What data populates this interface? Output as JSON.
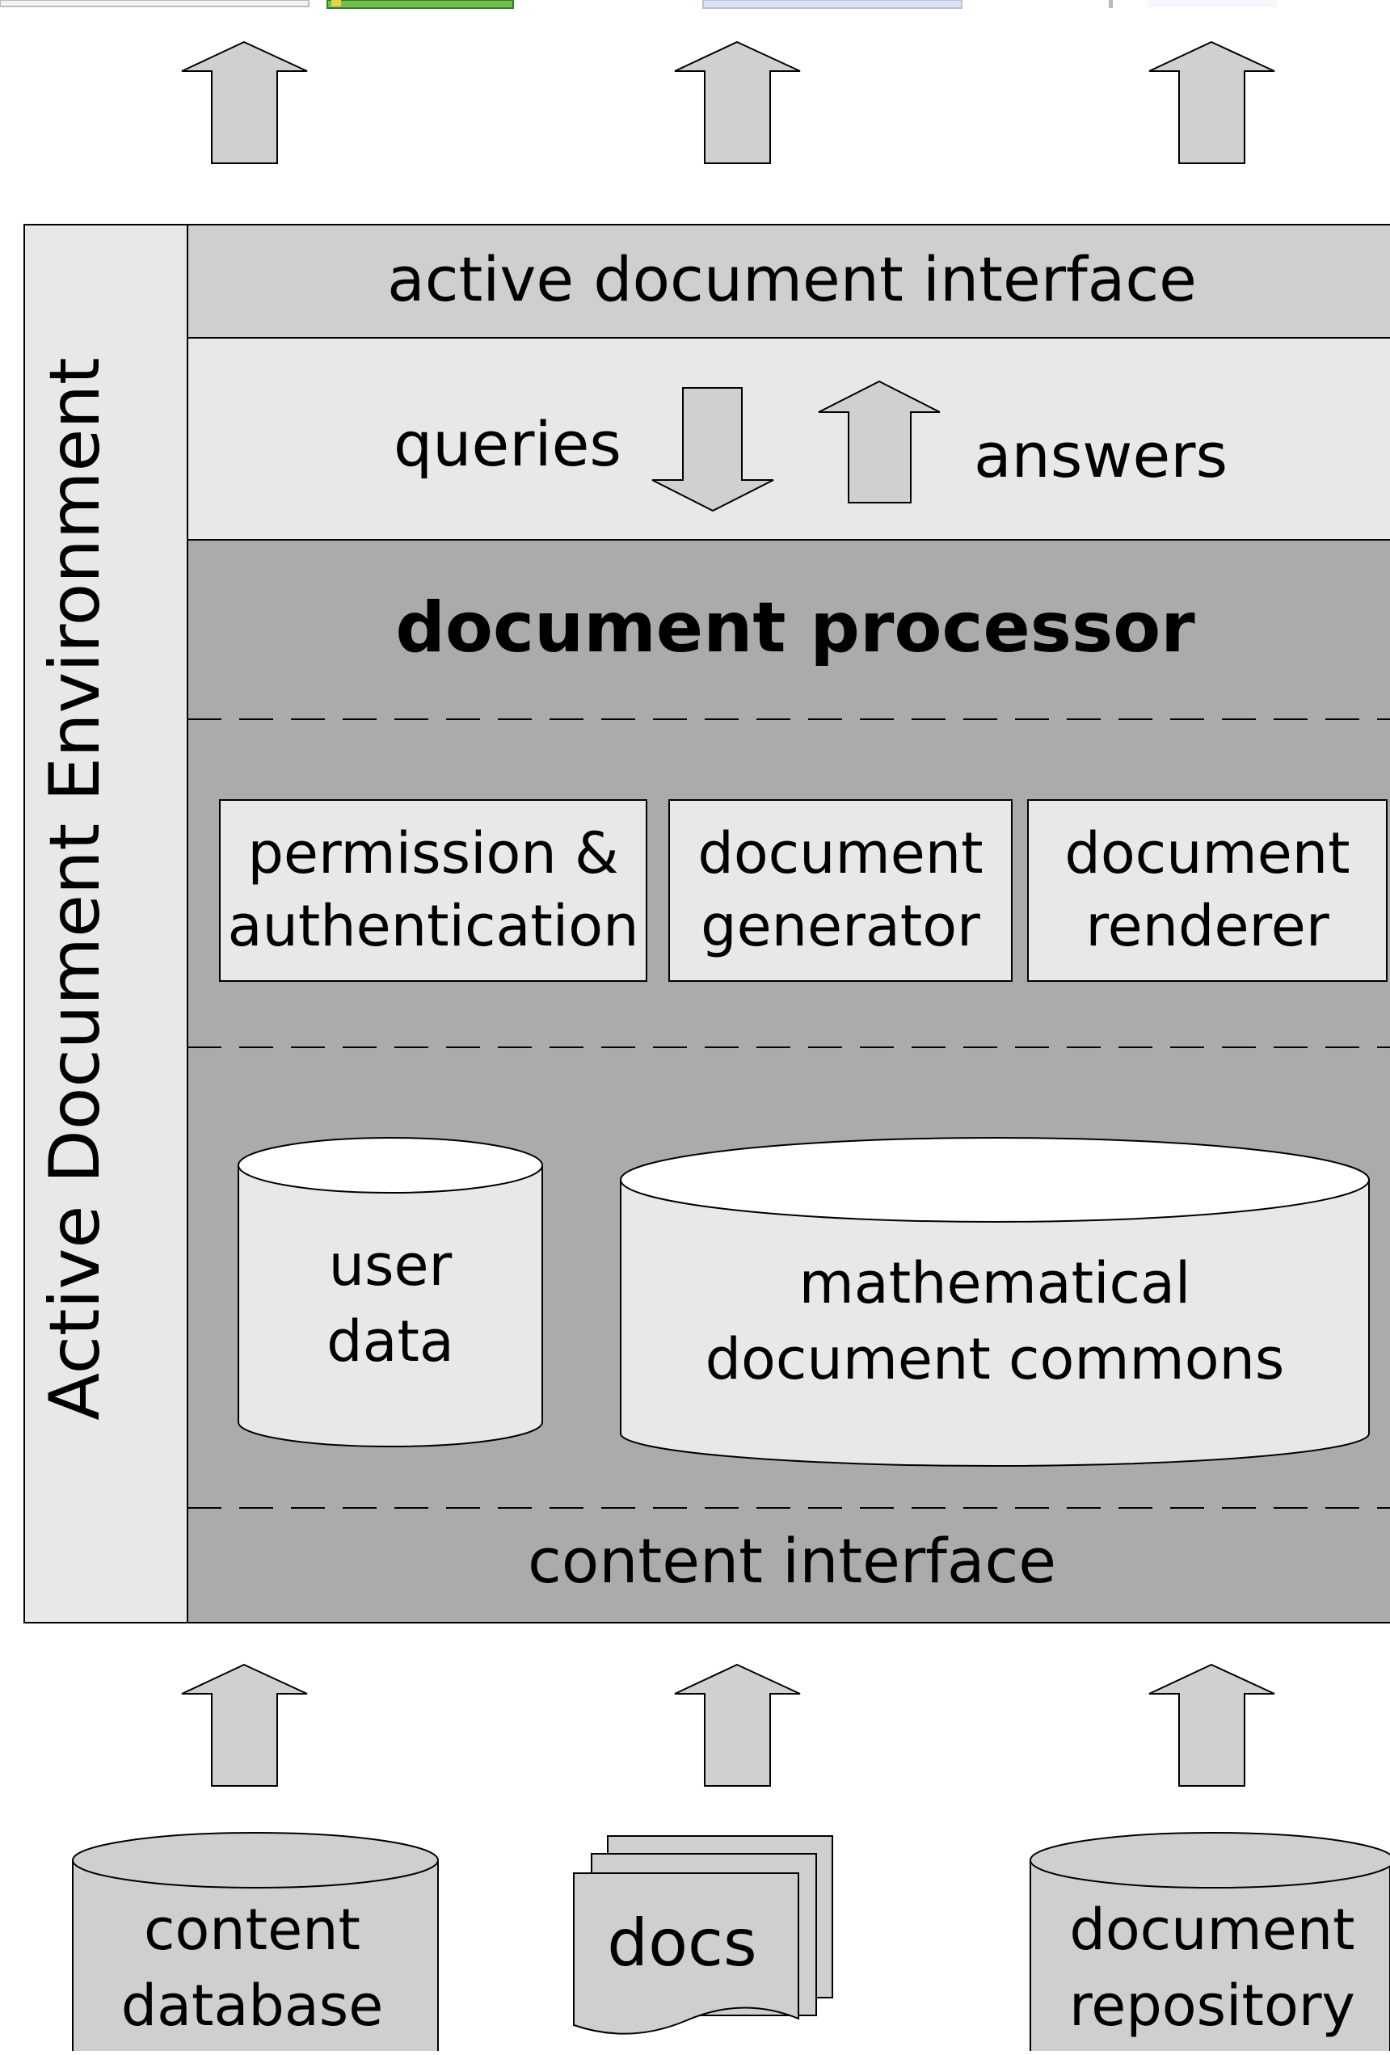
{
  "environment": {
    "title": "Active Document Environment"
  },
  "interface_top": {
    "label": "active document interface"
  },
  "exchange": {
    "queries_label": "queries",
    "answers_label": "answers"
  },
  "processor": {
    "title": "document processor",
    "modules": [
      {
        "line1": "permission &",
        "line2": "authentication"
      },
      {
        "line1": "document",
        "line2": "generator"
      },
      {
        "line1": "document",
        "line2": "renderer"
      }
    ],
    "stores": [
      {
        "line1": "user",
        "line2": "data"
      },
      {
        "line1": "mathematical",
        "line2": "document commons"
      }
    ],
    "content_interface_label": "content interface"
  },
  "sources": [
    {
      "line1": "content",
      "line2": "database"
    },
    {
      "label": "docs"
    },
    {
      "line1": "document",
      "line2": "repository"
    }
  ],
  "colors": {
    "light_gray": "#e8e8e8",
    "mid_gray": "#cfcfcf",
    "dark_gray": "#ababab",
    "stroke": "#000000"
  }
}
